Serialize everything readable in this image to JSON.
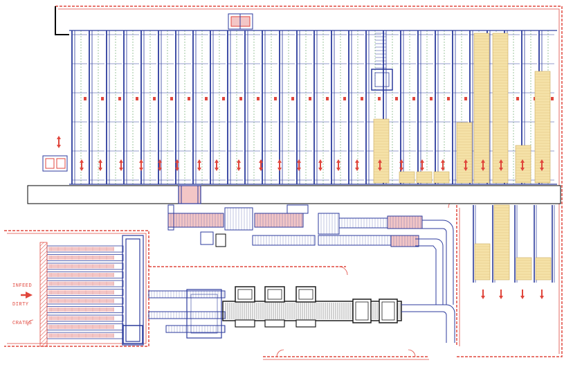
{
  "labels": {
    "infeed_line1": "INFEED",
    "infeed_line2": "DIRTY",
    "infeed_line3": "CRATES"
  },
  "colors": {
    "rack_blue": "#2b3a9c",
    "wall_red": "#e0463c",
    "crate_yellow": "#f5e2a8",
    "dirty_crate_pink": "#f3c6c6",
    "machine_black": "#1a1a1a",
    "guide_green": "#5aa05a"
  }
}
